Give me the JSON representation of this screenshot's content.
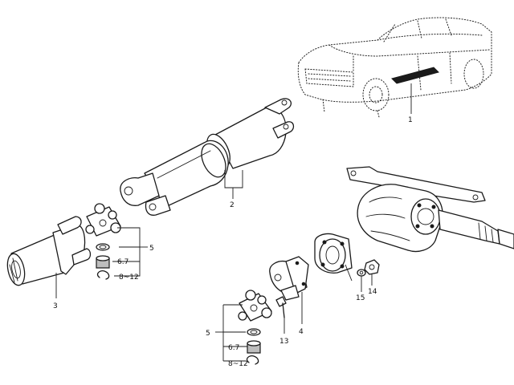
{
  "callouts": {
    "c1": "1",
    "c2": "2",
    "c3": "3",
    "c4": "4",
    "c5a": "5",
    "c67a": "6.7",
    "c812a": "8~12",
    "c5b": "5",
    "c67b": "6.7",
    "c812b": "8~12",
    "c13": "13",
    "c14": "14",
    "c15": "15"
  }
}
